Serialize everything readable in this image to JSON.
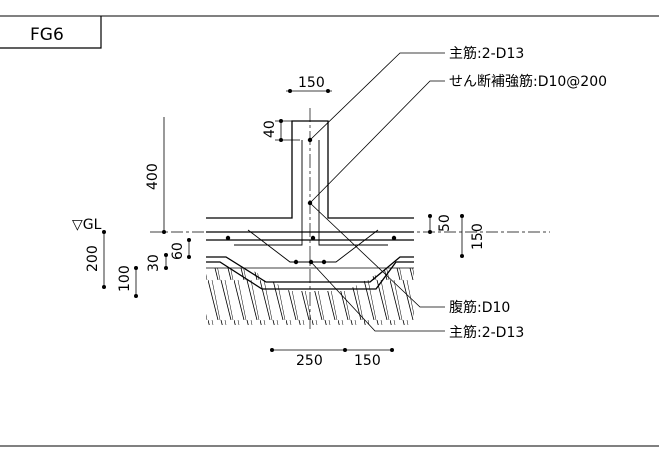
{
  "title": "FG6",
  "level_label": "▽GL",
  "dimensions": {
    "top_width": "150",
    "top_cover": "40",
    "wall_height": "400",
    "slab_top": "50",
    "slab_total": "150",
    "gl_depth": "200",
    "d100": "100",
    "d30": "30",
    "d60": "60",
    "bottom_left": "250",
    "bottom_right": "150"
  },
  "callouts": {
    "main_top": "主筋:2-D13",
    "shear": "せん断補強筋:D10@200",
    "web": "腹筋:D10",
    "main_bottom": "主筋:2-D13"
  }
}
